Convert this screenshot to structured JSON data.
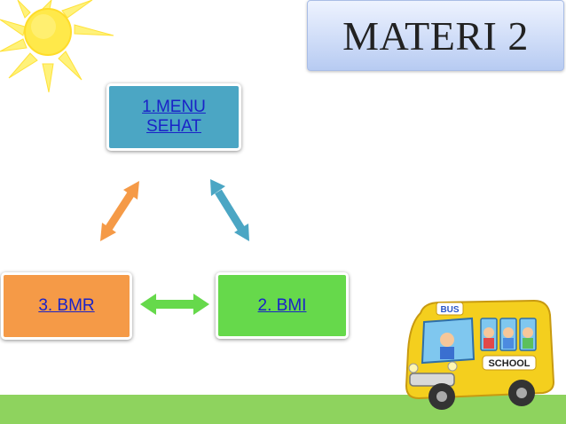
{
  "slide": {
    "title": "MATERI 2"
  },
  "nodes": {
    "menu_sehat": "1.MENU SEHAT",
    "bmi": "2. BMI",
    "bmr": "3. BMR"
  },
  "bus": {
    "top_sign": "BUS",
    "side_sign": "SCHOOL"
  },
  "colors": {
    "menu_node": "#4ba6c4",
    "bmi_node": "#66d94b",
    "bmr_node": "#f59a47",
    "title_box": "#b7cbf2",
    "link": "#1a23c7",
    "sun": "#ffe94a",
    "ground": "#8ed35e",
    "bus": "#f4cf1e"
  },
  "icons": [
    "sun-icon",
    "school-bus-icon",
    "double-arrow-icon"
  ]
}
